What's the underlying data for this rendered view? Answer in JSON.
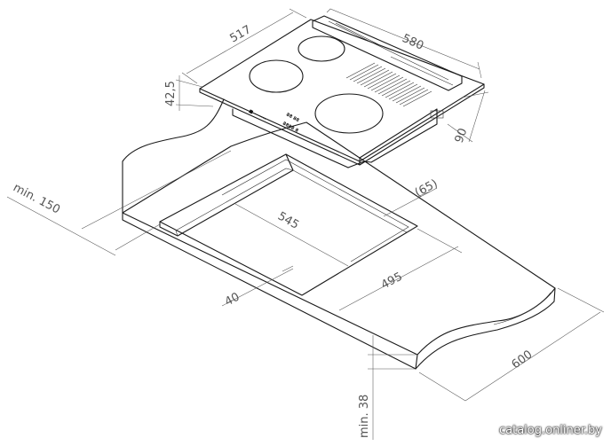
{
  "dimensions": {
    "hob_depth": "517",
    "hob_width": "580",
    "hob_height": "42,5",
    "hob_total_depth": "90",
    "wall_clearance": "min. 150",
    "cutout_width": "545",
    "side_offset": "(65)",
    "cutout_depth": "495",
    "front_margin": "40",
    "worktop_depth": "600",
    "worktop_thickness": "min. 38"
  },
  "hob_panel_text": {
    "brand": "■ -------",
    "display_1": "88 88",
    "display_2": "8888 8"
  },
  "watermark": "catalog.onliner.by"
}
